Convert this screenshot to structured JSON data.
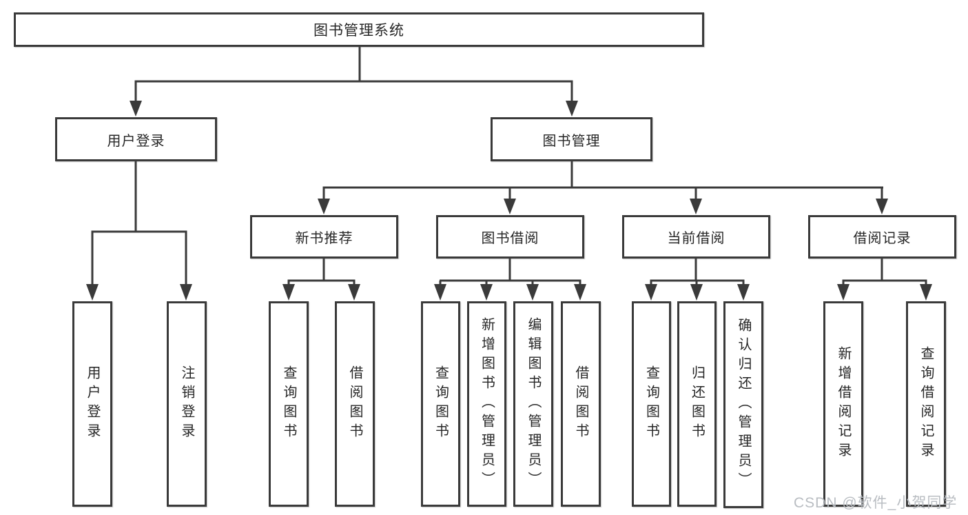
{
  "diagram": {
    "title": "图书管理系统",
    "tree": {
      "label": "图书管理系统",
      "children": [
        {
          "label": "用户登录",
          "children": [
            {
              "label": "用户登录"
            },
            {
              "label": "注销登录"
            }
          ]
        },
        {
          "label": "图书管理",
          "children": [
            {
              "label": "新书推荐",
              "children": [
                {
                  "label": "查询图书"
                },
                {
                  "label": "借阅图书"
                }
              ]
            },
            {
              "label": "图书借阅",
              "children": [
                {
                  "label": "查询图书"
                },
                {
                  "label": "新增图书（管理员）"
                },
                {
                  "label": "编辑图书（管理员）"
                },
                {
                  "label": "借阅图书"
                }
              ]
            },
            {
              "label": "当前借阅",
              "children": [
                {
                  "label": "查询图书"
                },
                {
                  "label": "归还图书"
                },
                {
                  "label": "确认归还（管理员）"
                }
              ]
            },
            {
              "label": "借阅记录",
              "children": [
                {
                  "label": "新增借阅记录"
                },
                {
                  "label": "查询借阅记录"
                }
              ]
            }
          ]
        }
      ]
    },
    "watermark": "CSDN @软件_小贺同学",
    "colors": {
      "line": "#3a3a3a",
      "text": "#262626",
      "background": "#ffffff",
      "watermark": "#b9bdc2"
    }
  }
}
